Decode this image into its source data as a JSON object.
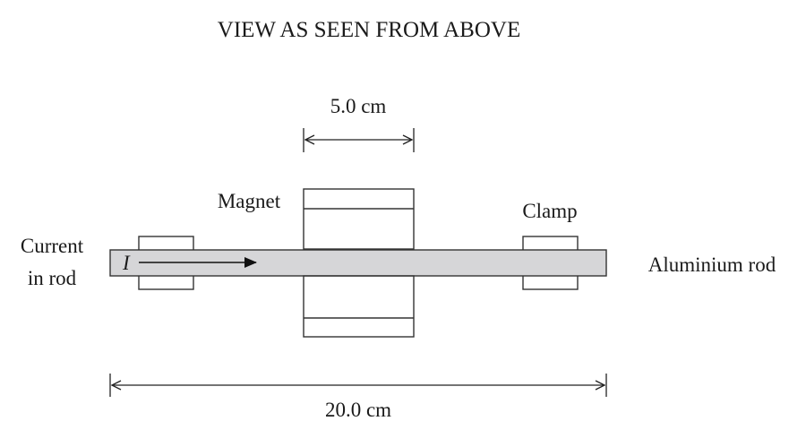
{
  "title": "VIEW AS SEEN FROM ABOVE",
  "labels": {
    "magnet": "Magnet",
    "clamp": "Clamp",
    "current_line1": "Current",
    "current_line2": "in rod",
    "rod": "Aluminium rod",
    "current_symbol": "I"
  },
  "dimensions": {
    "magnet_width": "5.0 cm",
    "rod_length": "20.0 cm"
  },
  "colors": {
    "rod_fill": "#d6d6d8",
    "line": "#222222",
    "text": "#1a1a1a"
  }
}
